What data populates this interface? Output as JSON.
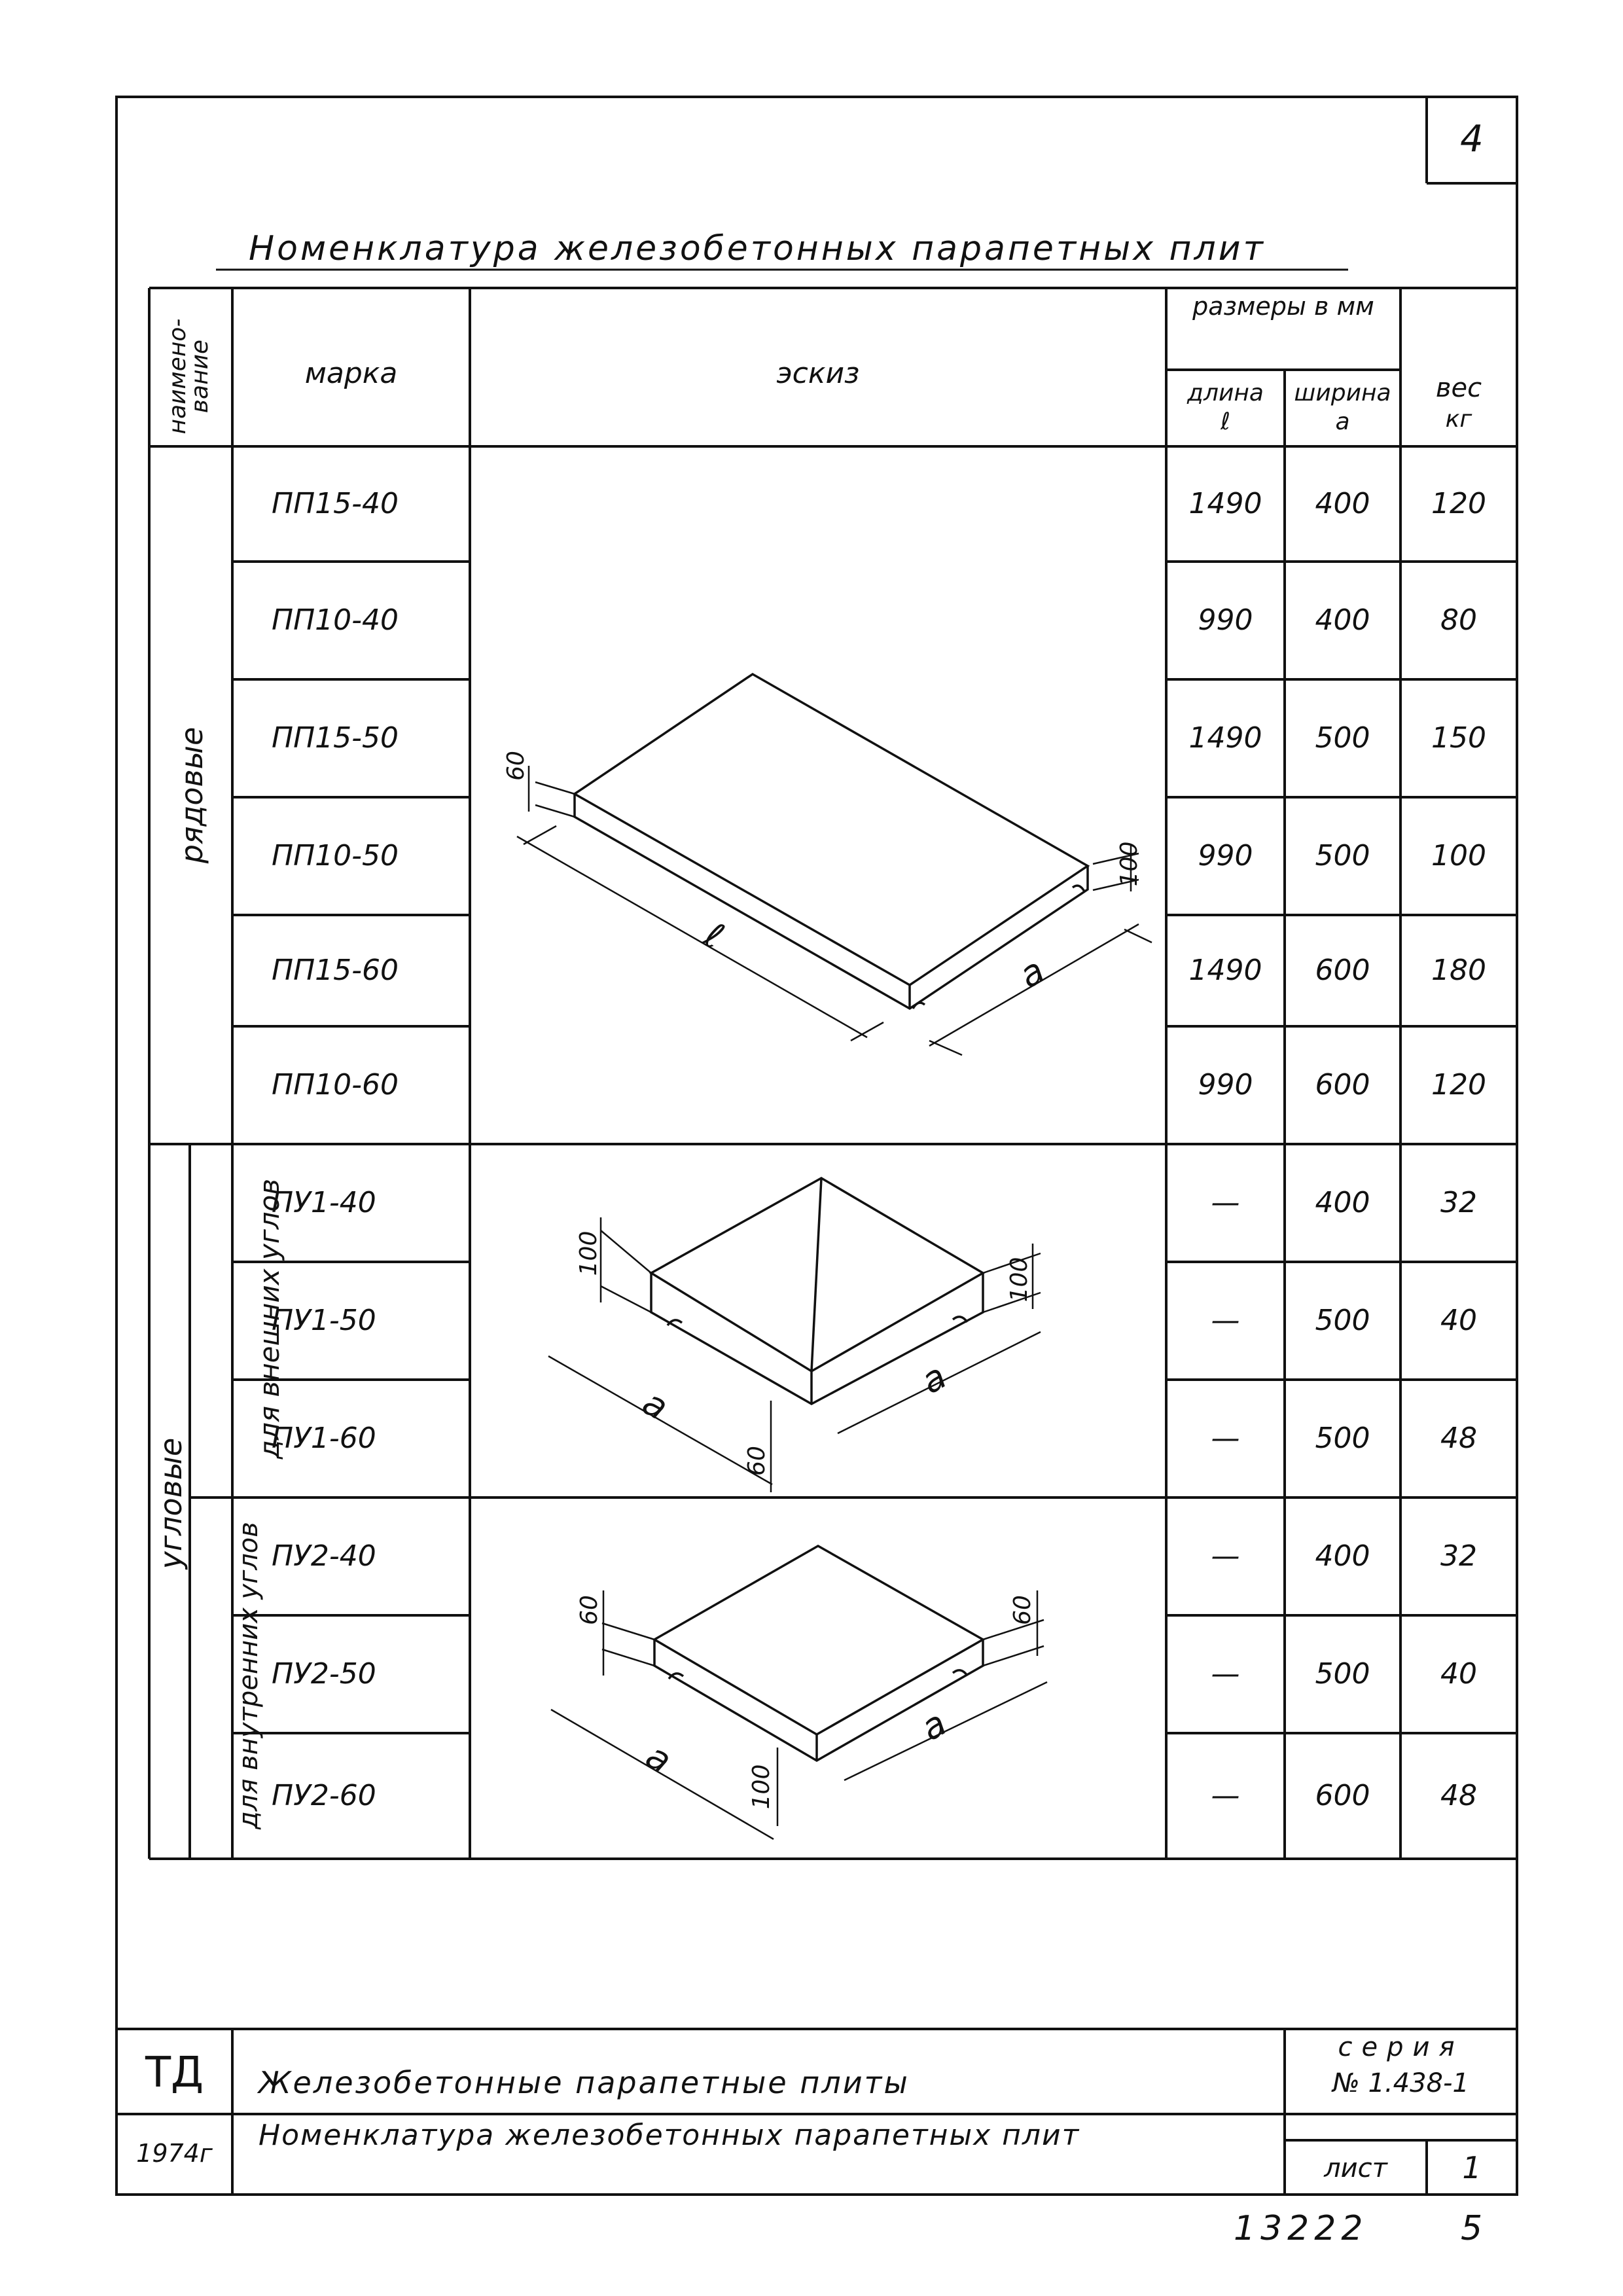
{
  "sheet_number": "4",
  "title": "Номенклатура железобетонных парапетных плит",
  "table": {
    "headers": {
      "name": "наимено-вание",
      "mark": "марка",
      "sketch": "эскиз",
      "dimensions": "размеры в мм",
      "length": "длина",
      "length_symbol": "ℓ",
      "width": "ширина",
      "width_symbol": "а",
      "weight": "вес",
      "weight_unit": "кг"
    },
    "groups": {
      "ordinary": "рядовые",
      "corner": "угловые",
      "outer_corner": "для внешних углов",
      "inner_corner": "для внутренних углов"
    },
    "rows": [
      {
        "mark": "ПП15-40",
        "length": "1490",
        "width": "400",
        "weight": "120"
      },
      {
        "mark": "ПП10-40",
        "length": "990",
        "width": "400",
        "weight": "80"
      },
      {
        "mark": "ПП15-50",
        "length": "1490",
        "width": "500",
        "weight": "150"
      },
      {
        "mark": "ПП10-50",
        "length": "990",
        "width": "500",
        "weight": "100"
      },
      {
        "mark": "ПП15-60",
        "length": "1490",
        "width": "600",
        "weight": "180"
      },
      {
        "mark": "ПП10-60",
        "length": "990",
        "width": "600",
        "weight": "120"
      },
      {
        "mark": "ПУ1-40",
        "length": "—",
        "width": "400",
        "weight": "32"
      },
      {
        "mark": "ПУ1-50",
        "length": "—",
        "width": "500",
        "weight": "40"
      },
      {
        "mark": "ПУ1-60",
        "length": "—",
        "width": "500",
        "weight": "48"
      },
      {
        "mark": "ПУ2-40",
        "length": "—",
        "width": "400",
        "weight": "32"
      },
      {
        "mark": "ПУ2-50",
        "length": "—",
        "width": "500",
        "weight": "40"
      },
      {
        "mark": "ПУ2-60",
        "length": "—",
        "width": "600",
        "weight": "48"
      }
    ]
  },
  "sketch_labels": {
    "ordinary": {
      "thickness": "60",
      "edge": "100",
      "length": "ℓ",
      "width": "а"
    },
    "outer": {
      "top": "100",
      "right": "100",
      "bottom": "60",
      "left_dim": "а",
      "right_dim": "а"
    },
    "inner": {
      "top": "60",
      "right": "60",
      "bottom": "100",
      "left_dim": "а",
      "right_dim": "а"
    }
  },
  "title_block": {
    "logo": "ТД",
    "year": "1974г",
    "product": "Железобетонные парапетные плиты",
    "document": "Номенклатура железобетонных парапетных плит",
    "series_label": "серия",
    "series_number": "№ 1.438-1",
    "sheet_label": "лист",
    "sheet_value": "1"
  },
  "footer": {
    "doc_number": "13222",
    "page": "5"
  }
}
